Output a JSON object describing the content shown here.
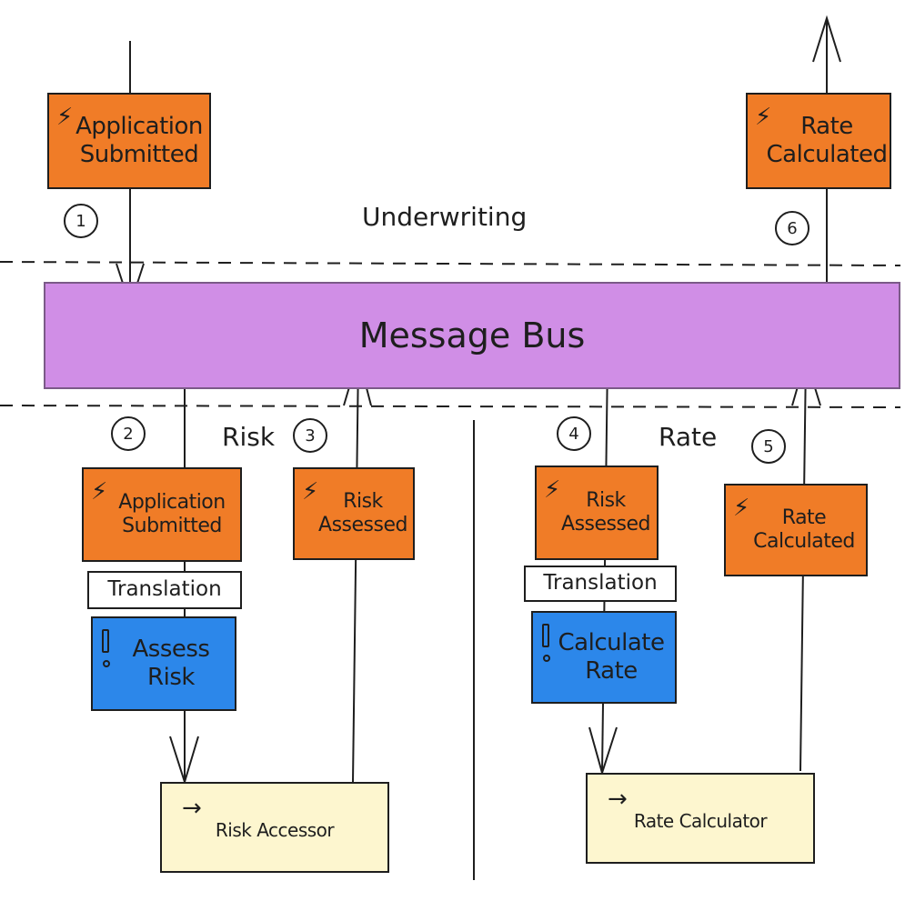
{
  "contexts": {
    "underwriting": "Underwriting",
    "risk": "Risk",
    "rate": "Rate"
  },
  "bus": {
    "label": "Message Bus"
  },
  "steps": [
    "1",
    "2",
    "3",
    "4",
    "5",
    "6"
  ],
  "events": {
    "top_application_submitted": [
      "Application",
      "Submitted"
    ],
    "top_rate_calculated": [
      "Rate",
      "Calculated"
    ],
    "risk_application_submitted": [
      "Application",
      "Submitted"
    ],
    "risk_risk_assessed": [
      "Risk",
      "Assessed"
    ],
    "rate_risk_assessed": [
      "Risk",
      "Assessed"
    ],
    "rate_rate_calculated": [
      "Rate",
      "Calculated"
    ]
  },
  "translations": {
    "risk": "Translation",
    "rate": "Translation"
  },
  "commands": {
    "assess_risk": [
      "Assess",
      "Risk"
    ],
    "calculate_rate": [
      "Calculate",
      "Rate"
    ]
  },
  "services": {
    "risk_accessor": "Risk Accessor",
    "rate_calculator": "Rate Calculator"
  },
  "colors": {
    "event": "#f07c27",
    "command": "#2c87ea",
    "service": "#fdf6cf",
    "bus": "#d08ee6",
    "translation": "#ffffff"
  },
  "icons": {
    "event": "lightning-bolt-icon",
    "command": "exclamation-icon",
    "service": "arrow-right-icon"
  }
}
